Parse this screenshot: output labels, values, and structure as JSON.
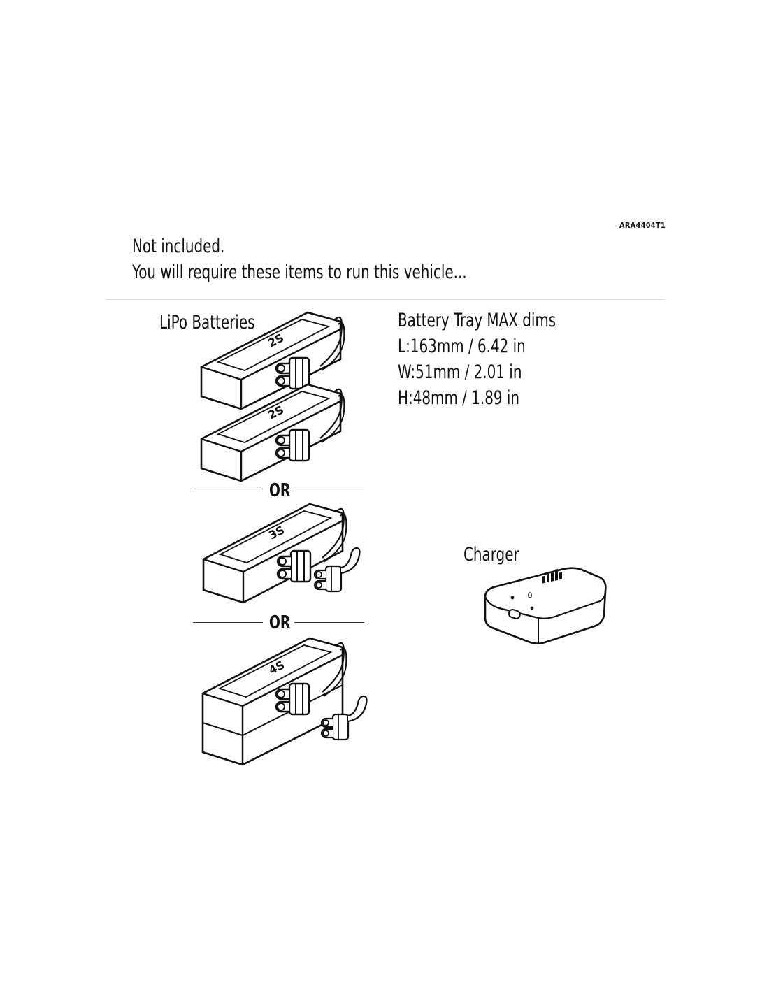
{
  "part_code": "ARA4404T1",
  "intro": {
    "line1": "Not included.",
    "line2": "You will require these items to run this vehicle..."
  },
  "batteries": {
    "label": "LiPo Batteries",
    "items": [
      {
        "cells": "2S"
      },
      {
        "cells": "2S"
      },
      {
        "cells": "3S"
      },
      {
        "cells": "4S"
      }
    ],
    "separator": "OR"
  },
  "tray": {
    "title": "Battery Tray MAX dims",
    "length": "L:163mm / 6.42 in",
    "width": "W:51mm / 2.01 in",
    "height": "H:48mm / 1.89 in"
  },
  "charger": {
    "label": "Charger"
  }
}
